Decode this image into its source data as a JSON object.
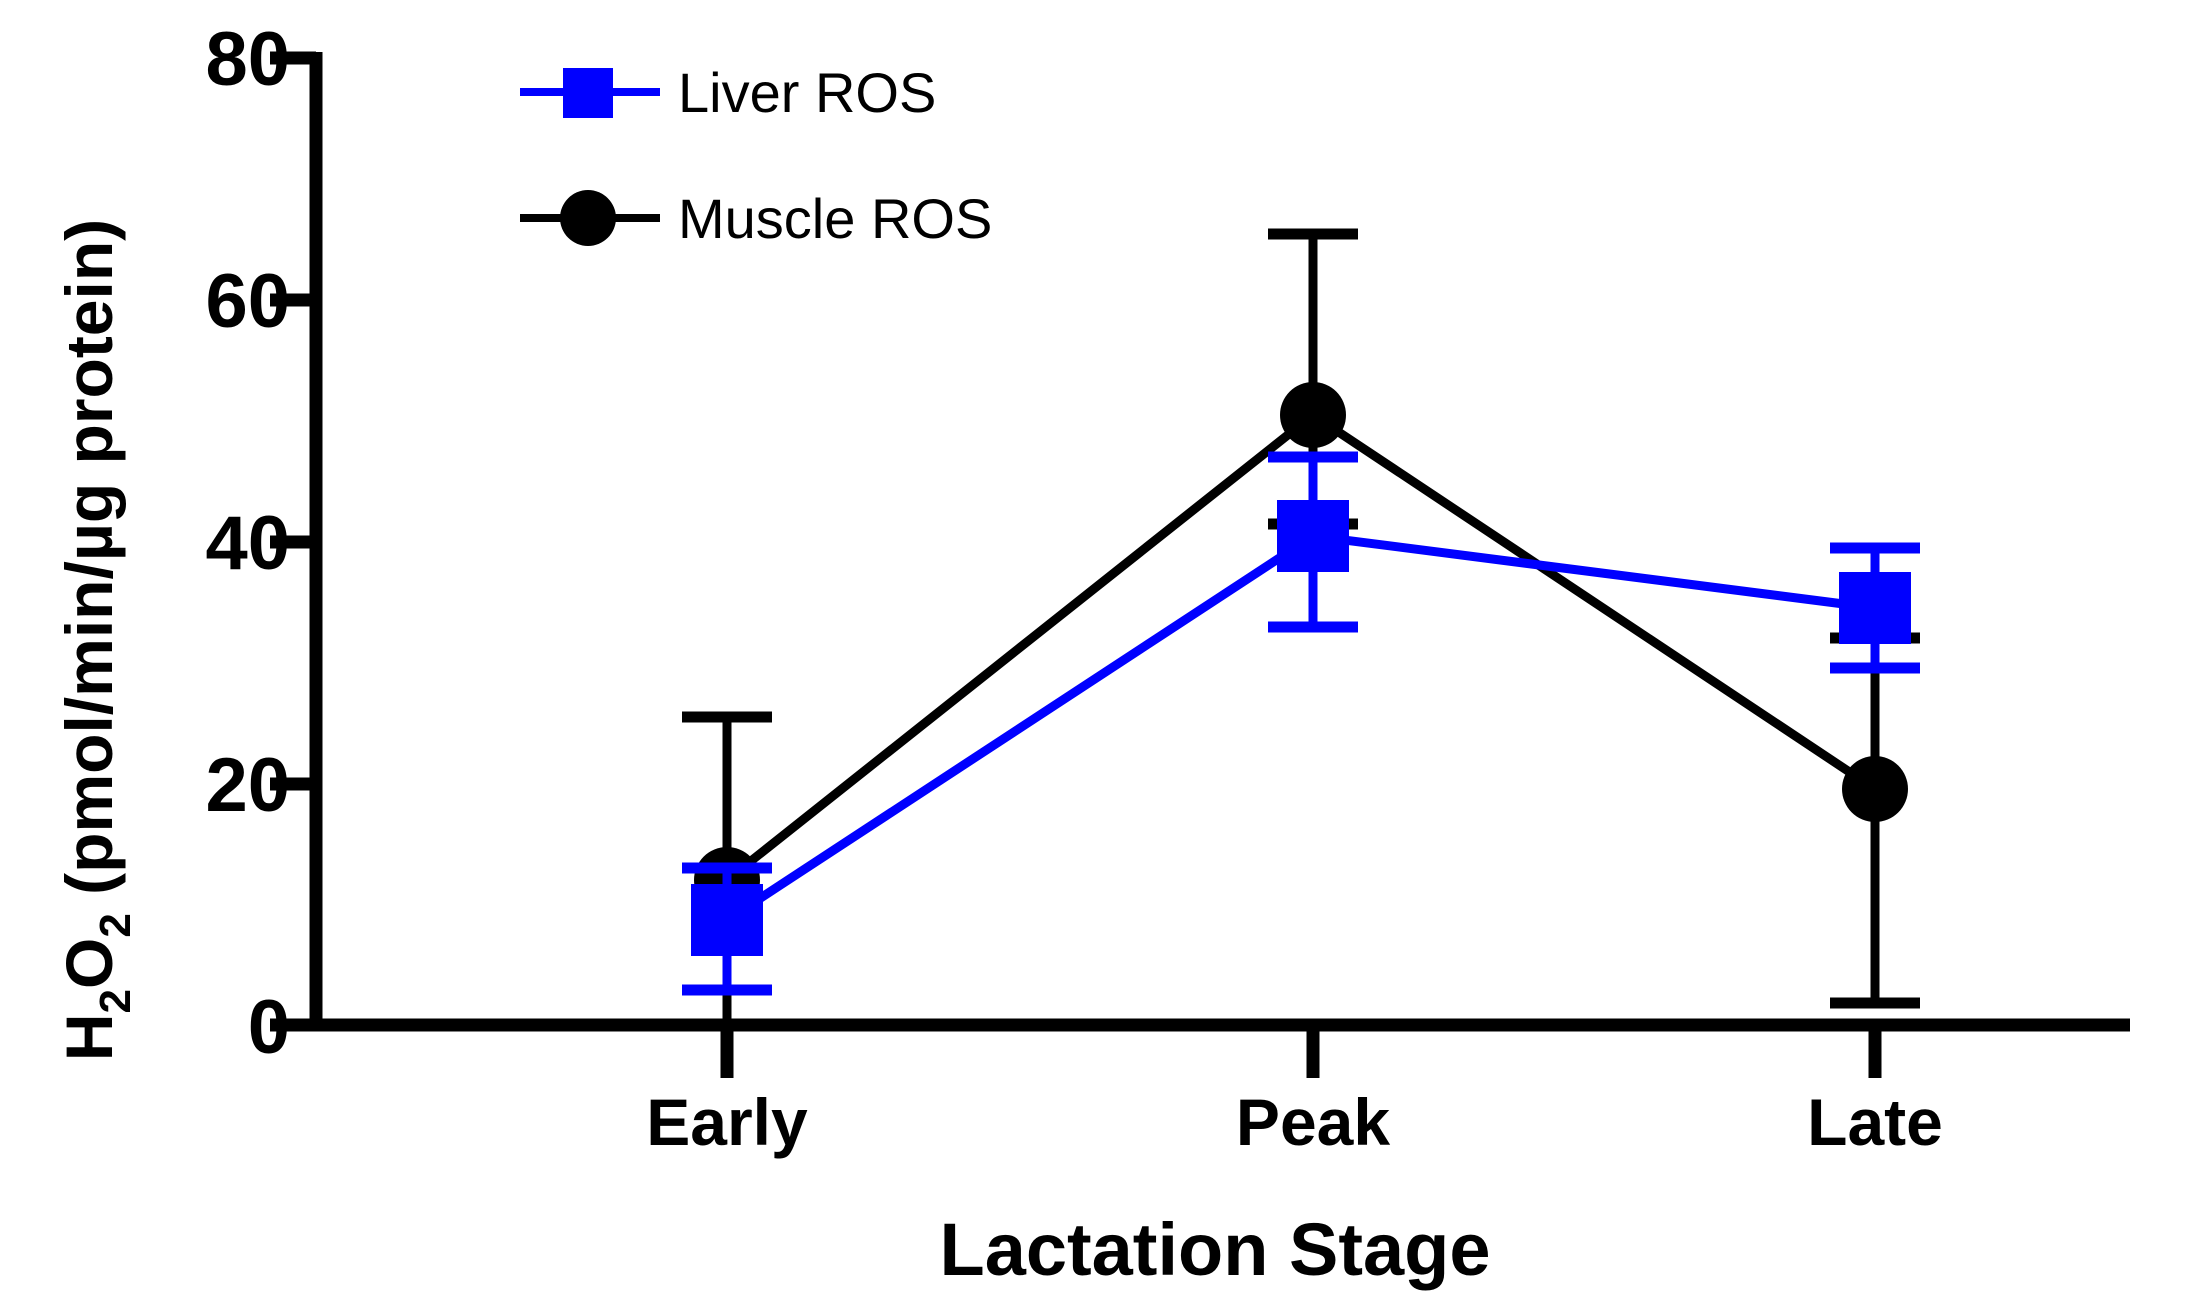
{
  "chart_data": {
    "type": "line",
    "title": "",
    "xlabel": "Lactation Stage",
    "ylabel": "H2O2 (pmol/min/µg protein)",
    "ylabel_parts": {
      "h": "H",
      "h_sub": "2",
      "o": "O",
      "o_sub": "2",
      "rest": " (pmol/min/µg protein)"
    },
    "categories": [
      "Early",
      "Peak",
      "Late"
    ],
    "ylim": [
      0,
      80
    ],
    "yticks": [
      0,
      20,
      40,
      60,
      80
    ],
    "ytick_labels": [
      "0",
      "20",
      "40",
      "60",
      "80"
    ],
    "grid": false,
    "legend_position": "top-left-inside",
    "series": [
      {
        "name": "Liver ROS",
        "color": "#0000FF",
        "marker": "square",
        "values": [
          8.7,
          40.5,
          34.5
        ],
        "err_upper": [
          4.3,
          6.5,
          5.0
        ],
        "err_lower": [
          5.8,
          7.5,
          5.0
        ]
      },
      {
        "name": "Muscle ROS",
        "color": "#000000",
        "marker": "circle",
        "values": [
          12.0,
          50.5,
          19.5
        ],
        "err_upper": [
          13.5,
          15.0,
          12.5
        ],
        "err_lower": [
          0.0,
          9.0,
          17.5
        ]
      }
    ]
  },
  "colors": {
    "liver": "#0000FF",
    "muscle": "#000000",
    "background": "#FFFFFF",
    "axis": "#000000"
  }
}
